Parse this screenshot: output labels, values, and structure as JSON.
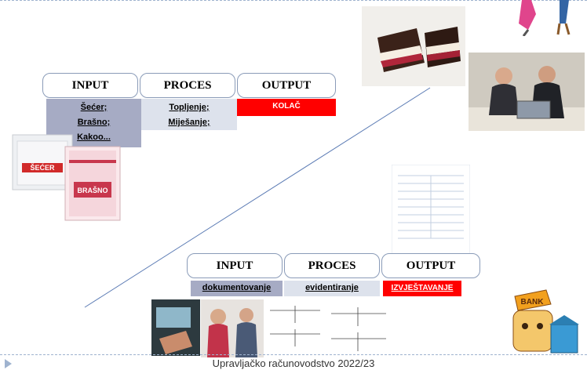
{
  "top_flow": {
    "headers": {
      "input": "INPUT",
      "proces": "PROCES",
      "output": "OUTPUT"
    },
    "input_items": [
      "Šećer;",
      "Brašno;",
      "Kakoo..."
    ],
    "proces_items": [
      "Topljenje;",
      "Miješanje;"
    ],
    "output_item": "KOLAČ"
  },
  "bottom_flow": {
    "headers": {
      "input": "INPUT",
      "proces": "PROCES",
      "output": "OUTPUT"
    },
    "input_item": "dokumentovanje",
    "proces_item": "evidentiranje",
    "output_item": "IZVJEŠTAVANJE"
  },
  "images": {
    "sugar_bag_label": "ŠEĆER",
    "flour_bag_label": "BRAŠNO",
    "bank_sign": "BANK"
  },
  "footer": {
    "text": "Upravljačko računovodstvo 2022/23"
  },
  "colors": {
    "input_bg": "#a6abc4",
    "proces_bg": "#dde2ec",
    "output_bg": "#ff0000",
    "dashed_line": "#9fb3cf"
  }
}
